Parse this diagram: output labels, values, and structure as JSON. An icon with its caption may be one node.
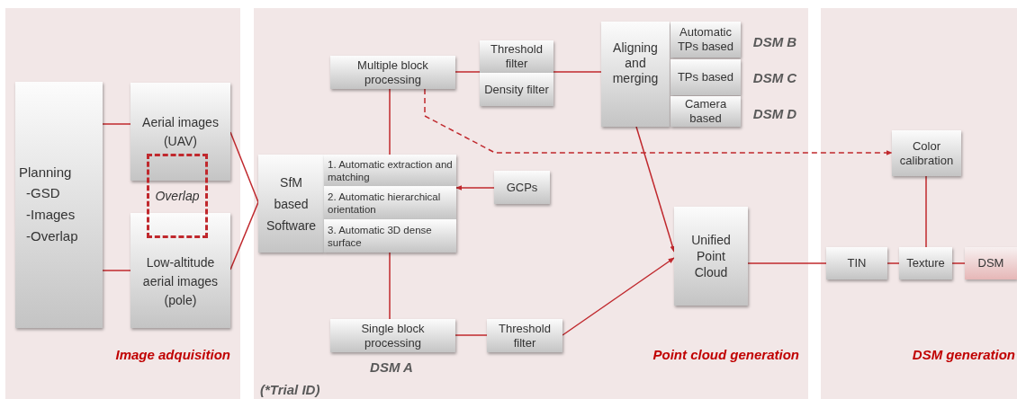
{
  "diagram": {
    "nodes": [
      {
        "text": [
          "Image adquisition"
        ]
      },
      {
        "text": [
          "Planning",
          "-GSD",
          "-Images",
          "-Overlap"
        ],
        "in": 0
      },
      {
        "text": [
          "Aerial images (UAV)"
        ],
        "in": 0
      },
      {
        "text": [
          "Low-altitude aerial images (pole)"
        ],
        "in": 0
      },
      {
        "text": [
          "Overlap"
        ],
        "in": 0
      },
      {
        "text": [
          "Point cloud generation"
        ]
      },
      {
        "text": [
          "SfM based Software"
        ],
        "in": 5
      },
      {
        "text": [
          "1. Automatic extraction and matching"
        ],
        "in": 5
      },
      {
        "text": [
          "2. Automatic hierarchical orientation"
        ],
        "in": 5
      },
      {
        "text": [
          "3. Automatic 3D dense surface"
        ],
        "in": 5
      },
      {
        "text": [
          "Multiple block processing"
        ],
        "in": 5
      },
      {
        "text": [
          "Threshold filter"
        ],
        "in": 5
      },
      {
        "text": [
          "Density filter"
        ],
        "in": 5
      },
      {
        "text": [
          "Aligning and merging"
        ],
        "in": 5
      },
      {
        "text": [
          "Automatic TPs based"
        ],
        "in": 5,
        "beside": [
          "DSM B"
        ]
      },
      {
        "text": [
          "TPs based"
        ],
        "in": 5,
        "beside": [
          "DSM C"
        ]
      },
      {
        "text": [
          "Camera based"
        ],
        "in": 5,
        "beside": [
          "DSM D"
        ]
      },
      {
        "text": [
          "GCPs"
        ],
        "in": 5
      },
      {
        "text": [
          "Single block processing"
        ],
        "in": 5,
        "beside": [
          "DSM A"
        ]
      },
      {
        "text": [
          "Threshold filter"
        ],
        "in": 5
      },
      {
        "text": [
          "Unified Point Cloud"
        ],
        "in": 5
      },
      {
        "text": [
          "DSM generation"
        ]
      },
      {
        "text": [
          "Color calibration"
        ],
        "in": 21
      },
      {
        "text": [
          "TIN"
        ],
        "in": 21
      },
      {
        "text": [
          "Texture"
        ],
        "in": 21
      },
      {
        "text": [
          "DSM"
        ],
        "in": 21
      }
    ],
    "edges": [
      {
        "from": 1,
        "to": 2,
        "arrow": "none"
      },
      {
        "from": 1,
        "to": 3,
        "arrow": "none"
      },
      {
        "from": 2,
        "to": 6,
        "arrow": "none"
      },
      {
        "from": 3,
        "to": 6,
        "arrow": "none"
      },
      {
        "from": 10,
        "to": 7,
        "arrow": "none"
      },
      {
        "from": 17,
        "to": 8,
        "arrow": "to"
      },
      {
        "from": 9,
        "to": 18,
        "arrow": "none"
      },
      {
        "from": 10,
        "to": 11,
        "arrow": "none"
      },
      {
        "from": 11,
        "to": 13,
        "arrow": "none"
      },
      {
        "from": 13,
        "to": 20,
        "arrow": "to"
      },
      {
        "from": 18,
        "to": 19,
        "arrow": "none"
      },
      {
        "from": 19,
        "to": 20,
        "arrow": "to"
      },
      {
        "from": 10,
        "to": 22,
        "arrow": "to",
        "style": "dashed"
      },
      {
        "from": 20,
        "to": 23,
        "arrow": "none"
      },
      {
        "from": 23,
        "to": 24,
        "arrow": "none"
      },
      {
        "from": 24,
        "to": 25,
        "arrow": "none"
      },
      {
        "from": 22,
        "to": 24,
        "arrow": "none"
      }
    ],
    "labels": [
      "(*Trial ID)"
    ]
  }
}
